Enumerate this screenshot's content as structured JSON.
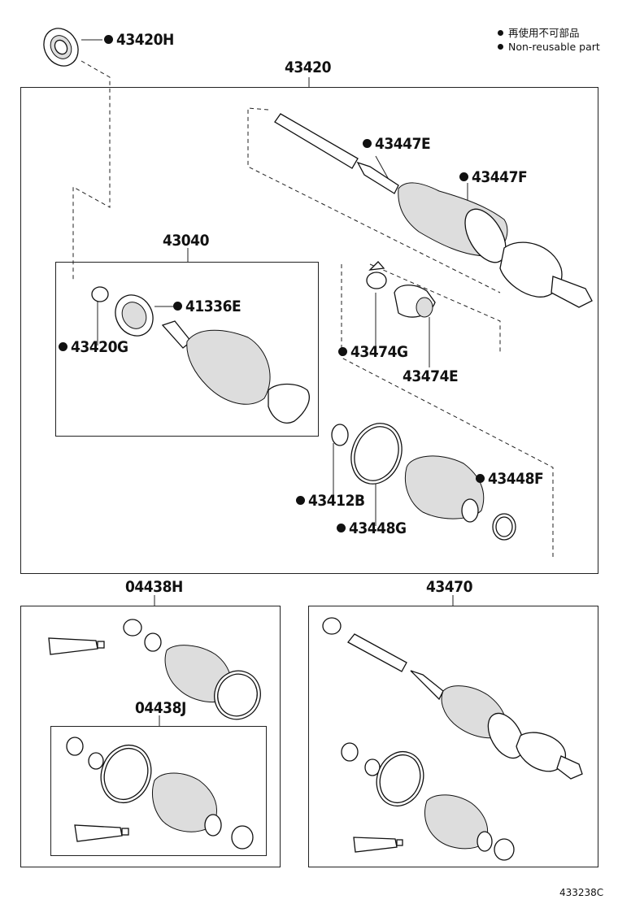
{
  "legend": {
    "line1": "再使用不可部品",
    "line2": "Non-reusable part"
  },
  "labels": {
    "p43420H": "43420H",
    "p43420": "43420",
    "p43447E": "43447E",
    "p43447F": "43447F",
    "p43040": "43040",
    "p41336E": "41336E",
    "p43420G": "43420G",
    "p43474G": "43474G",
    "p43474E": "43474E",
    "p43448F": "43448F",
    "p43412B": "43412B",
    "p43448G": "43448G",
    "p04438H": "04438H",
    "p43470": "43470",
    "p04438J": "04438J"
  },
  "figure_code": "433238C"
}
